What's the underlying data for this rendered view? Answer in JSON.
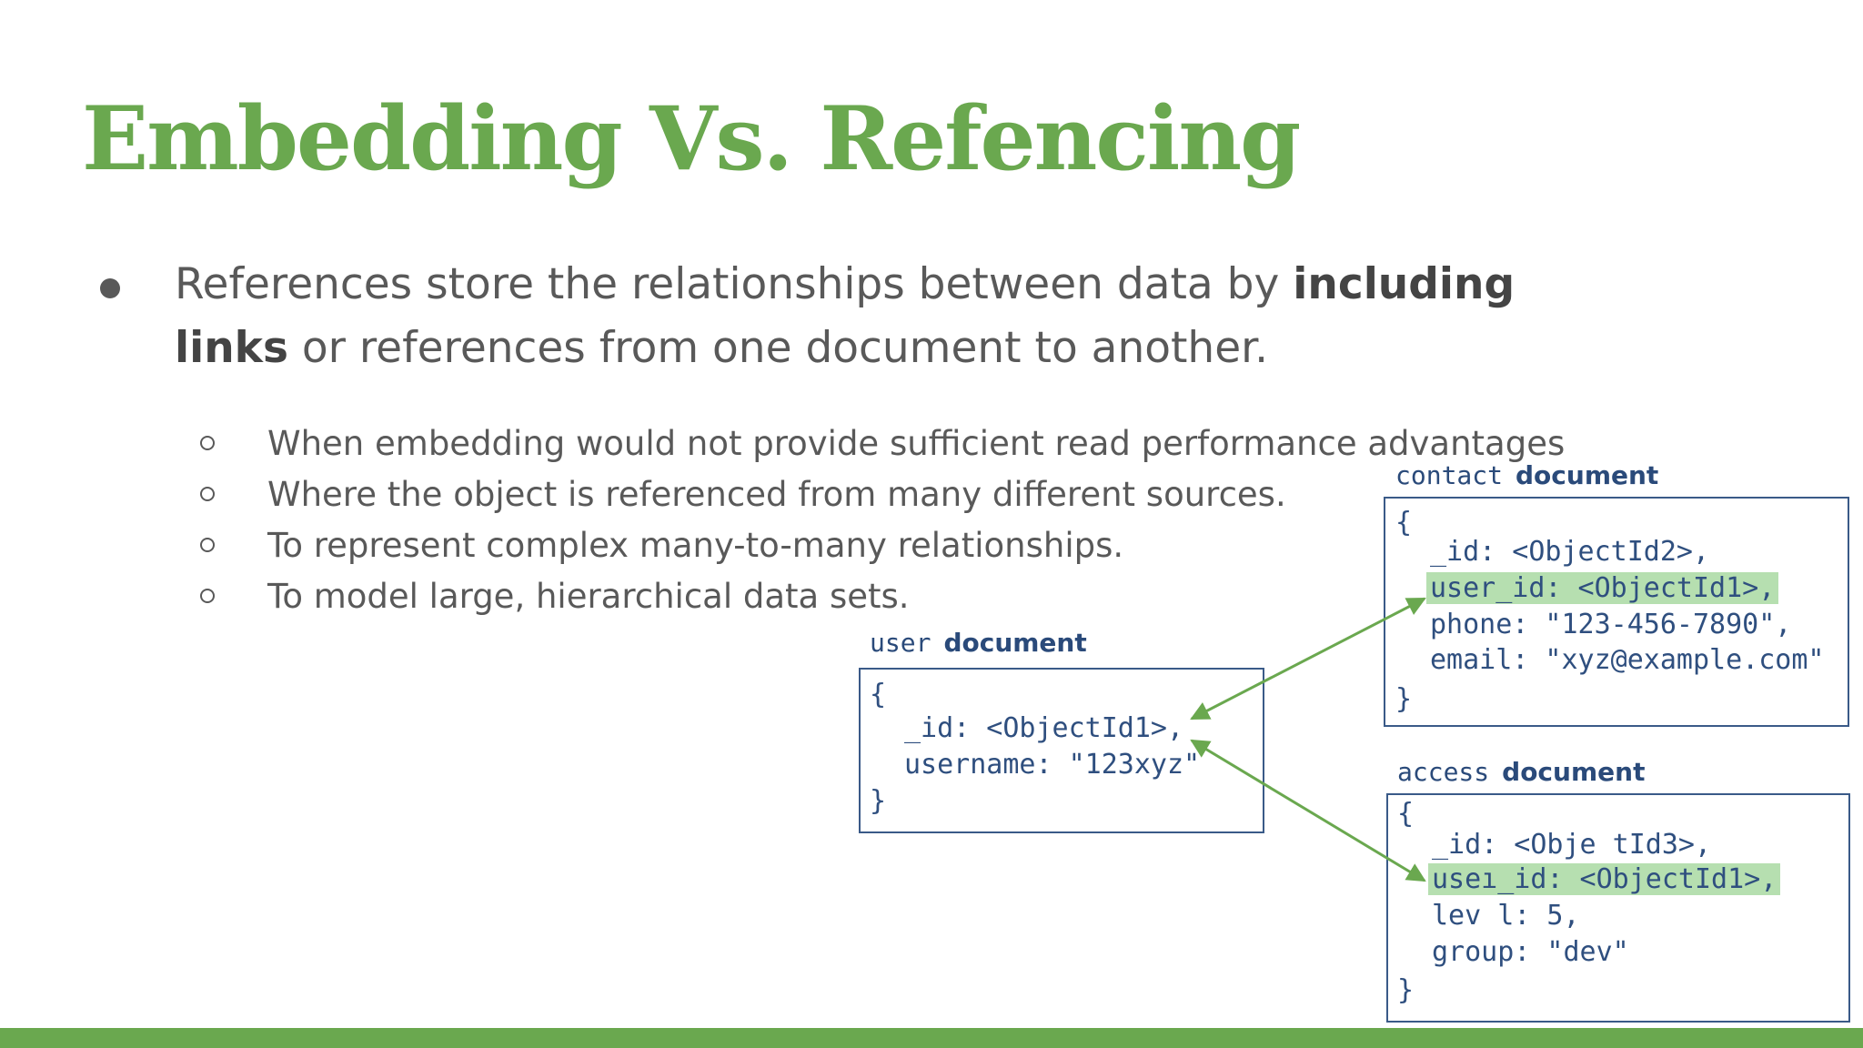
{
  "slide": {
    "title": "Embedding Vs. Refencing",
    "bullet": {
      "before": "References store the relationships between data by ",
      "bold": "including links",
      "after": " or references from one document to another."
    },
    "sub_bullets": [
      "When embedding would not provide sufficient read performance advantages",
      "Where the object is referenced from many different sources.",
      "To represent complex many-to-many relationships.",
      "To model large, hierarchical data sets."
    ]
  },
  "diagram": {
    "user": {
      "label_name": "user",
      "label_word": "document",
      "lines": [
        "{",
        "_id: <ObjectId1>,",
        "username: \"123xyz\"",
        "}"
      ]
    },
    "contact": {
      "label_name": "contact",
      "label_word": "document",
      "lines": [
        "{",
        "_id: <ObjectId2>,",
        "user_id: <ObjectId1>,",
        "phone: \"123-456-7890\",",
        "email: \"xyz@example.com\"",
        "}"
      ]
    },
    "access": {
      "label_name": "access",
      "label_word": "document",
      "lines": [
        "{",
        "_id: <Obje tId3>,",
        "useı_id: <ObjeсtId1>,",
        "lev l: 5,",
        "group: \"dev\"",
        "}"
      ]
    },
    "colors": {
      "arrow": "#6aa84f",
      "highlight": "#b6dfb0",
      "code": "#2f4f7f"
    }
  }
}
